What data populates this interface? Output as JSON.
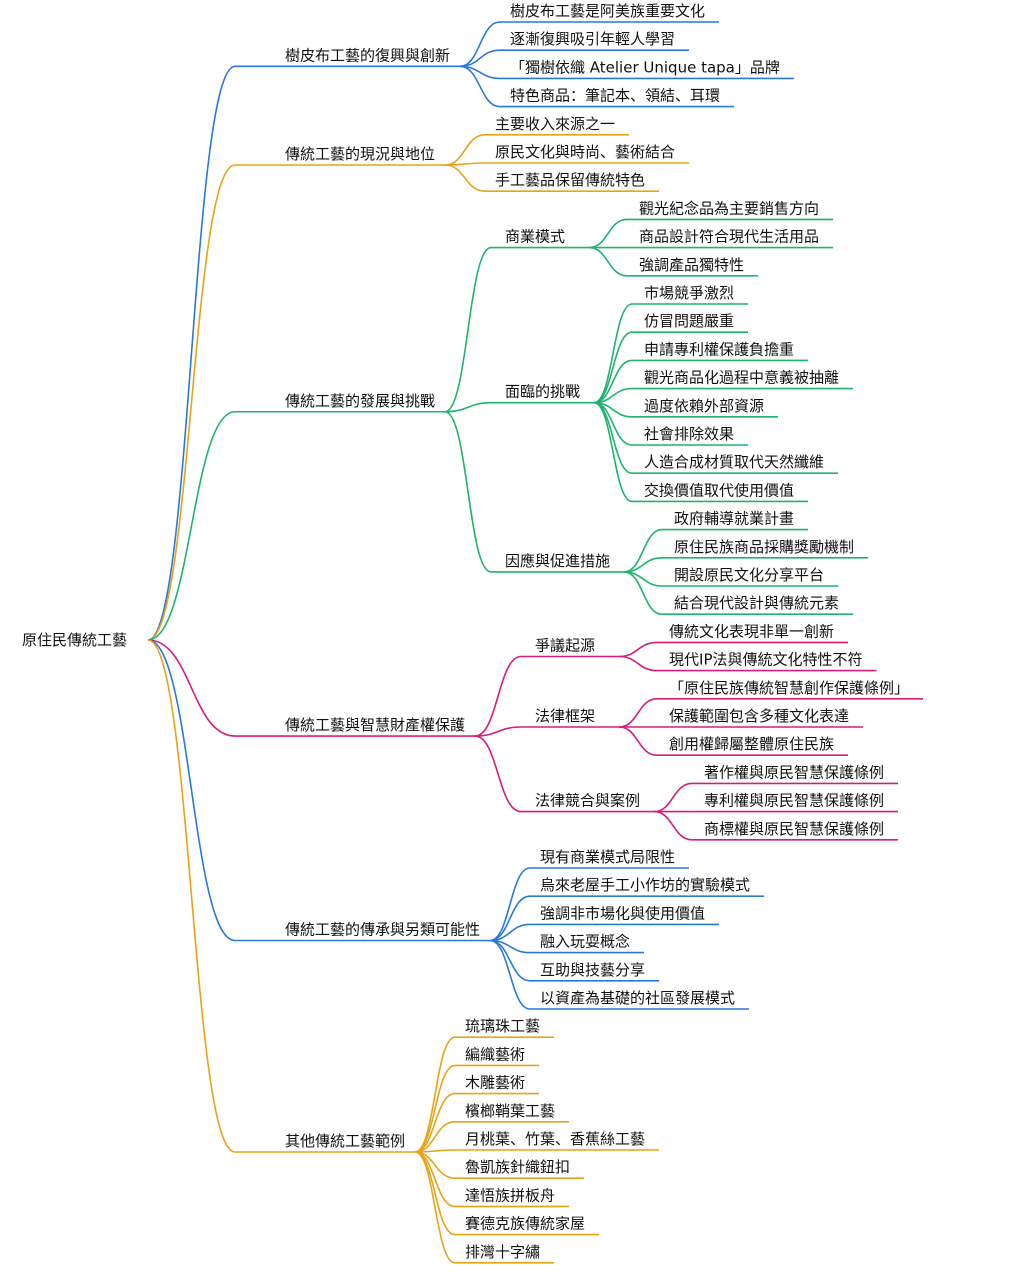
{
  "root": "原住民傳統工藝",
  "colors": {
    "blue": "#2979d8",
    "orange": "#e8a317",
    "green": "#1eb36e",
    "pink": "#d81b7a"
  },
  "branches": [
    {
      "label": "樹皮布工藝的復興與創新",
      "color": "blue",
      "children": [
        {
          "label": "樹皮布工藝是阿美族重要文化"
        },
        {
          "label": "逐漸復興吸引年輕人學習"
        },
        {
          "label": "「獨樹依織 Atelier Unique tapa」品牌"
        },
        {
          "label": "特色商品：筆記本、領結、耳環"
        }
      ]
    },
    {
      "label": "傳統工藝的現況與地位",
      "color": "orange",
      "children": [
        {
          "label": "主要收入來源之一"
        },
        {
          "label": "原民文化與時尚、藝術結合"
        },
        {
          "label": "手工藝品保留傳統特色"
        }
      ]
    },
    {
      "label": "傳統工藝的發展與挑戰",
      "color": "green",
      "children": [
        {
          "label": "商業模式",
          "children": [
            {
              "label": "觀光紀念品為主要銷售方向"
            },
            {
              "label": "商品設計符合現代生活用品"
            },
            {
              "label": "強調產品獨特性"
            }
          ]
        },
        {
          "label": "面臨的挑戰",
          "children": [
            {
              "label": "市場競爭激烈"
            },
            {
              "label": "仿冒問題嚴重"
            },
            {
              "label": "申請專利權保護負擔重"
            },
            {
              "label": "觀光商品化過程中意義被抽離"
            },
            {
              "label": "過度依賴外部資源"
            },
            {
              "label": "社會排除效果"
            },
            {
              "label": "人造合成材質取代天然纖維"
            },
            {
              "label": "交換價值取代使用價值"
            }
          ]
        },
        {
          "label": "因應與促進措施",
          "children": [
            {
              "label": "政府輔導就業計畫"
            },
            {
              "label": "原住民族商品採購獎勵機制"
            },
            {
              "label": "開設原民文化分享平台"
            },
            {
              "label": "結合現代設計與傳統元素"
            }
          ]
        }
      ]
    },
    {
      "label": "傳統工藝與智慧財產權保護",
      "color": "pink",
      "children": [
        {
          "label": "爭議起源",
          "children": [
            {
              "label": "傳統文化表現非單一創新"
            },
            {
              "label": "現代IP法與傳統文化特性不符"
            }
          ]
        },
        {
          "label": "法律框架",
          "children": [
            {
              "label": "「原住民族傳統智慧創作保護條例」"
            },
            {
              "label": "保護範圍包含多種文化表達"
            },
            {
              "label": "創用權歸屬整體原住民族"
            }
          ]
        },
        {
          "label": "法律競合與案例",
          "children": [
            {
              "label": "著作權與原民智慧保護條例"
            },
            {
              "label": "專利權與原民智慧保護條例"
            },
            {
              "label": "商標權與原民智慧保護條例"
            }
          ]
        }
      ]
    },
    {
      "label": "傳統工藝的傳承與另類可能性",
      "color": "blue",
      "children": [
        {
          "label": "現有商業模式局限性"
        },
        {
          "label": "烏來老屋手工小作坊的實驗模式"
        },
        {
          "label": "強調非市場化與使用價值"
        },
        {
          "label": "融入玩耍概念"
        },
        {
          "label": "互助與技藝分享"
        },
        {
          "label": "以資產為基礎的社區發展模式"
        }
      ]
    },
    {
      "label": "其他傳統工藝範例",
      "color": "orange",
      "children": [
        {
          "label": "琉璃珠工藝"
        },
        {
          "label": "編織藝術"
        },
        {
          "label": "木雕藝術"
        },
        {
          "label": "檳榔鞘葉工藝"
        },
        {
          "label": "月桃葉、竹葉、香蕉絲工藝"
        },
        {
          "label": "魯凱族針織鈕扣"
        },
        {
          "label": "達悟族拼板舟"
        },
        {
          "label": "賽德克族傳統家屋"
        },
        {
          "label": "排灣十字繡"
        }
      ]
    }
  ]
}
